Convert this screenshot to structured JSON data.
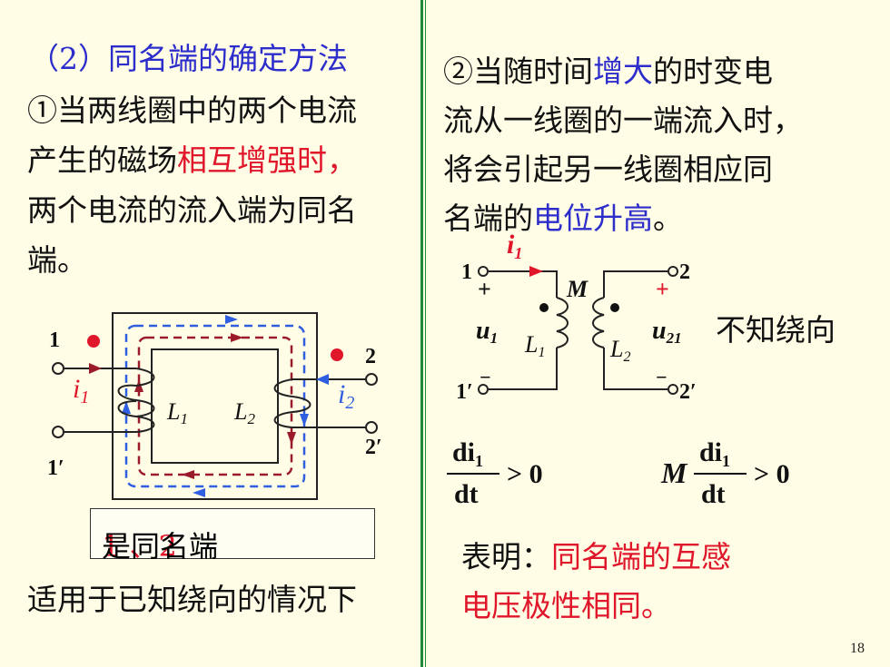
{
  "left": {
    "heading": "（2）同名端的确定方法",
    "p1_line1": "①当两线圈中的两个电流",
    "p1_line2_a": "产生的磁场",
    "p1_line2_b": "相互增强时，",
    "p1_line3": "两个电流的流入端为同名",
    "p1_line4": "端。",
    "caption_red": "1 、2",
    "caption_black": " 是同名端",
    "footer": "适用于已知绕向的情况下"
  },
  "right": {
    "line1_a": "②当随时间",
    "line1_b": "增大",
    "line1_c": "的时变电",
    "line2": "流从一线圈的一端流入时，",
    "line3": "将会引起另一线圈相应同",
    "line4_a": "名端的",
    "line4_b": "电位升高",
    "line4_c": "。",
    "unknown_winding": "不知绕向",
    "conclusion_a": "表明：",
    "conclusion_b": "同名端的互感",
    "conclusion_c": "电压极性相同。"
  },
  "fig1": {
    "t1": "1",
    "t1p": "1′",
    "t2": "2",
    "t2p": "2′",
    "i1": "i",
    "i1_sub": "1",
    "i2": "i",
    "i2_sub": "2",
    "L1": "L",
    "L1_sub": "1",
    "L2": "L",
    "L2_sub": "2"
  },
  "fig2": {
    "t1": "1",
    "t1p": "1′",
    "t2": "2",
    "t2p": "2′",
    "i1": "i",
    "i1_sub": "1",
    "M": "M",
    "u1": "u",
    "u1_sub": "1",
    "u21": "u",
    "u21_sub": "21",
    "L1": "L",
    "L1_sub": "1",
    "L2": "L",
    "L2_sub": "2",
    "plus": "+",
    "minus": "−"
  },
  "formula": {
    "num": "di",
    "num_sub": "1",
    "den": "dt",
    "rel": "> 0",
    "M": "M"
  },
  "page_number": "18",
  "colors": {
    "background": "#fffde6",
    "heading_blue": "#2d2dcc",
    "emphasis_red": "#e0162b",
    "divider_green": "#1f8a3a",
    "flux_blue": "#2f5fe0",
    "flux_darkred": "#9b1b2a"
  }
}
